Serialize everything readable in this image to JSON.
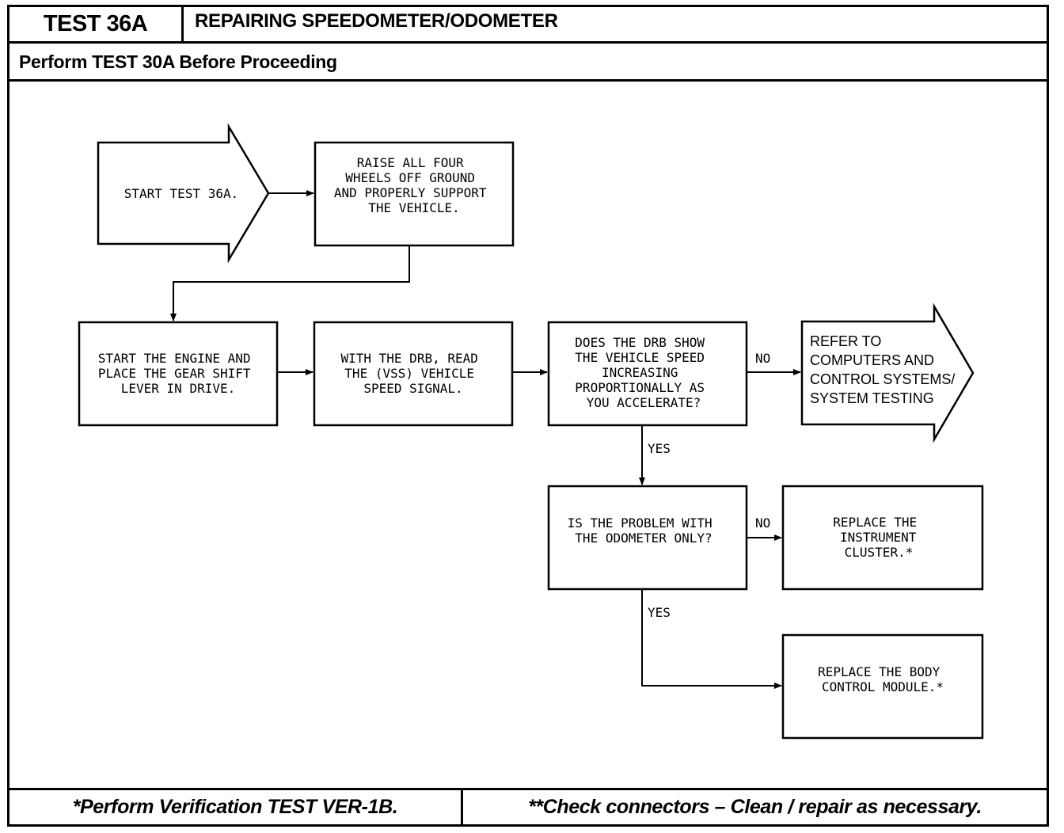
{
  "header": {
    "test_id": "TEST 36A",
    "title": "REPAIRING SPEEDOMETER/ODOMETER",
    "subtitle": "Perform TEST 30A Before Proceeding"
  },
  "flowchart": {
    "start": [
      "START TEST 36A."
    ],
    "raise": [
      "RAISE ALL FOUR",
      "WHEELS OFF GROUND",
      "AND PROPERLY SUPPORT",
      "THE VEHICLE."
    ],
    "engine": [
      "START THE ENGINE AND",
      "PLACE THE GEAR SHIFT",
      "LEVER IN DRIVE."
    ],
    "read_vss": [
      "WITH THE DRB, READ",
      "THE (VSS) VEHICLE",
      "SPEED SIGNAL."
    ],
    "question_speed": [
      "DOES THE DRB SHOW",
      "THE VEHICLE SPEED",
      "INCREASING",
      "PROPORTIONALLY AS",
      "YOU ACCELERATE?"
    ],
    "refer": [
      "REFER TO",
      "COMPUTERS AND",
      "CONTROL SYSTEMS/",
      "SYSTEM TESTING"
    ],
    "question_odometer": [
      "IS THE PROBLEM WITH",
      "THE ODOMETER ONLY?"
    ],
    "replace_cluster": [
      "REPLACE THE",
      "INSTRUMENT",
      "CLUSTER.*"
    ],
    "replace_bcm": [
      "REPLACE THE BODY",
      "CONTROL MODULE.*"
    ],
    "labels": {
      "no": "NO",
      "yes": "YES"
    }
  },
  "footer": {
    "left": "*Perform Verification TEST VER-1B.",
    "right": "**Check connectors – Clean / repair as necessary."
  }
}
